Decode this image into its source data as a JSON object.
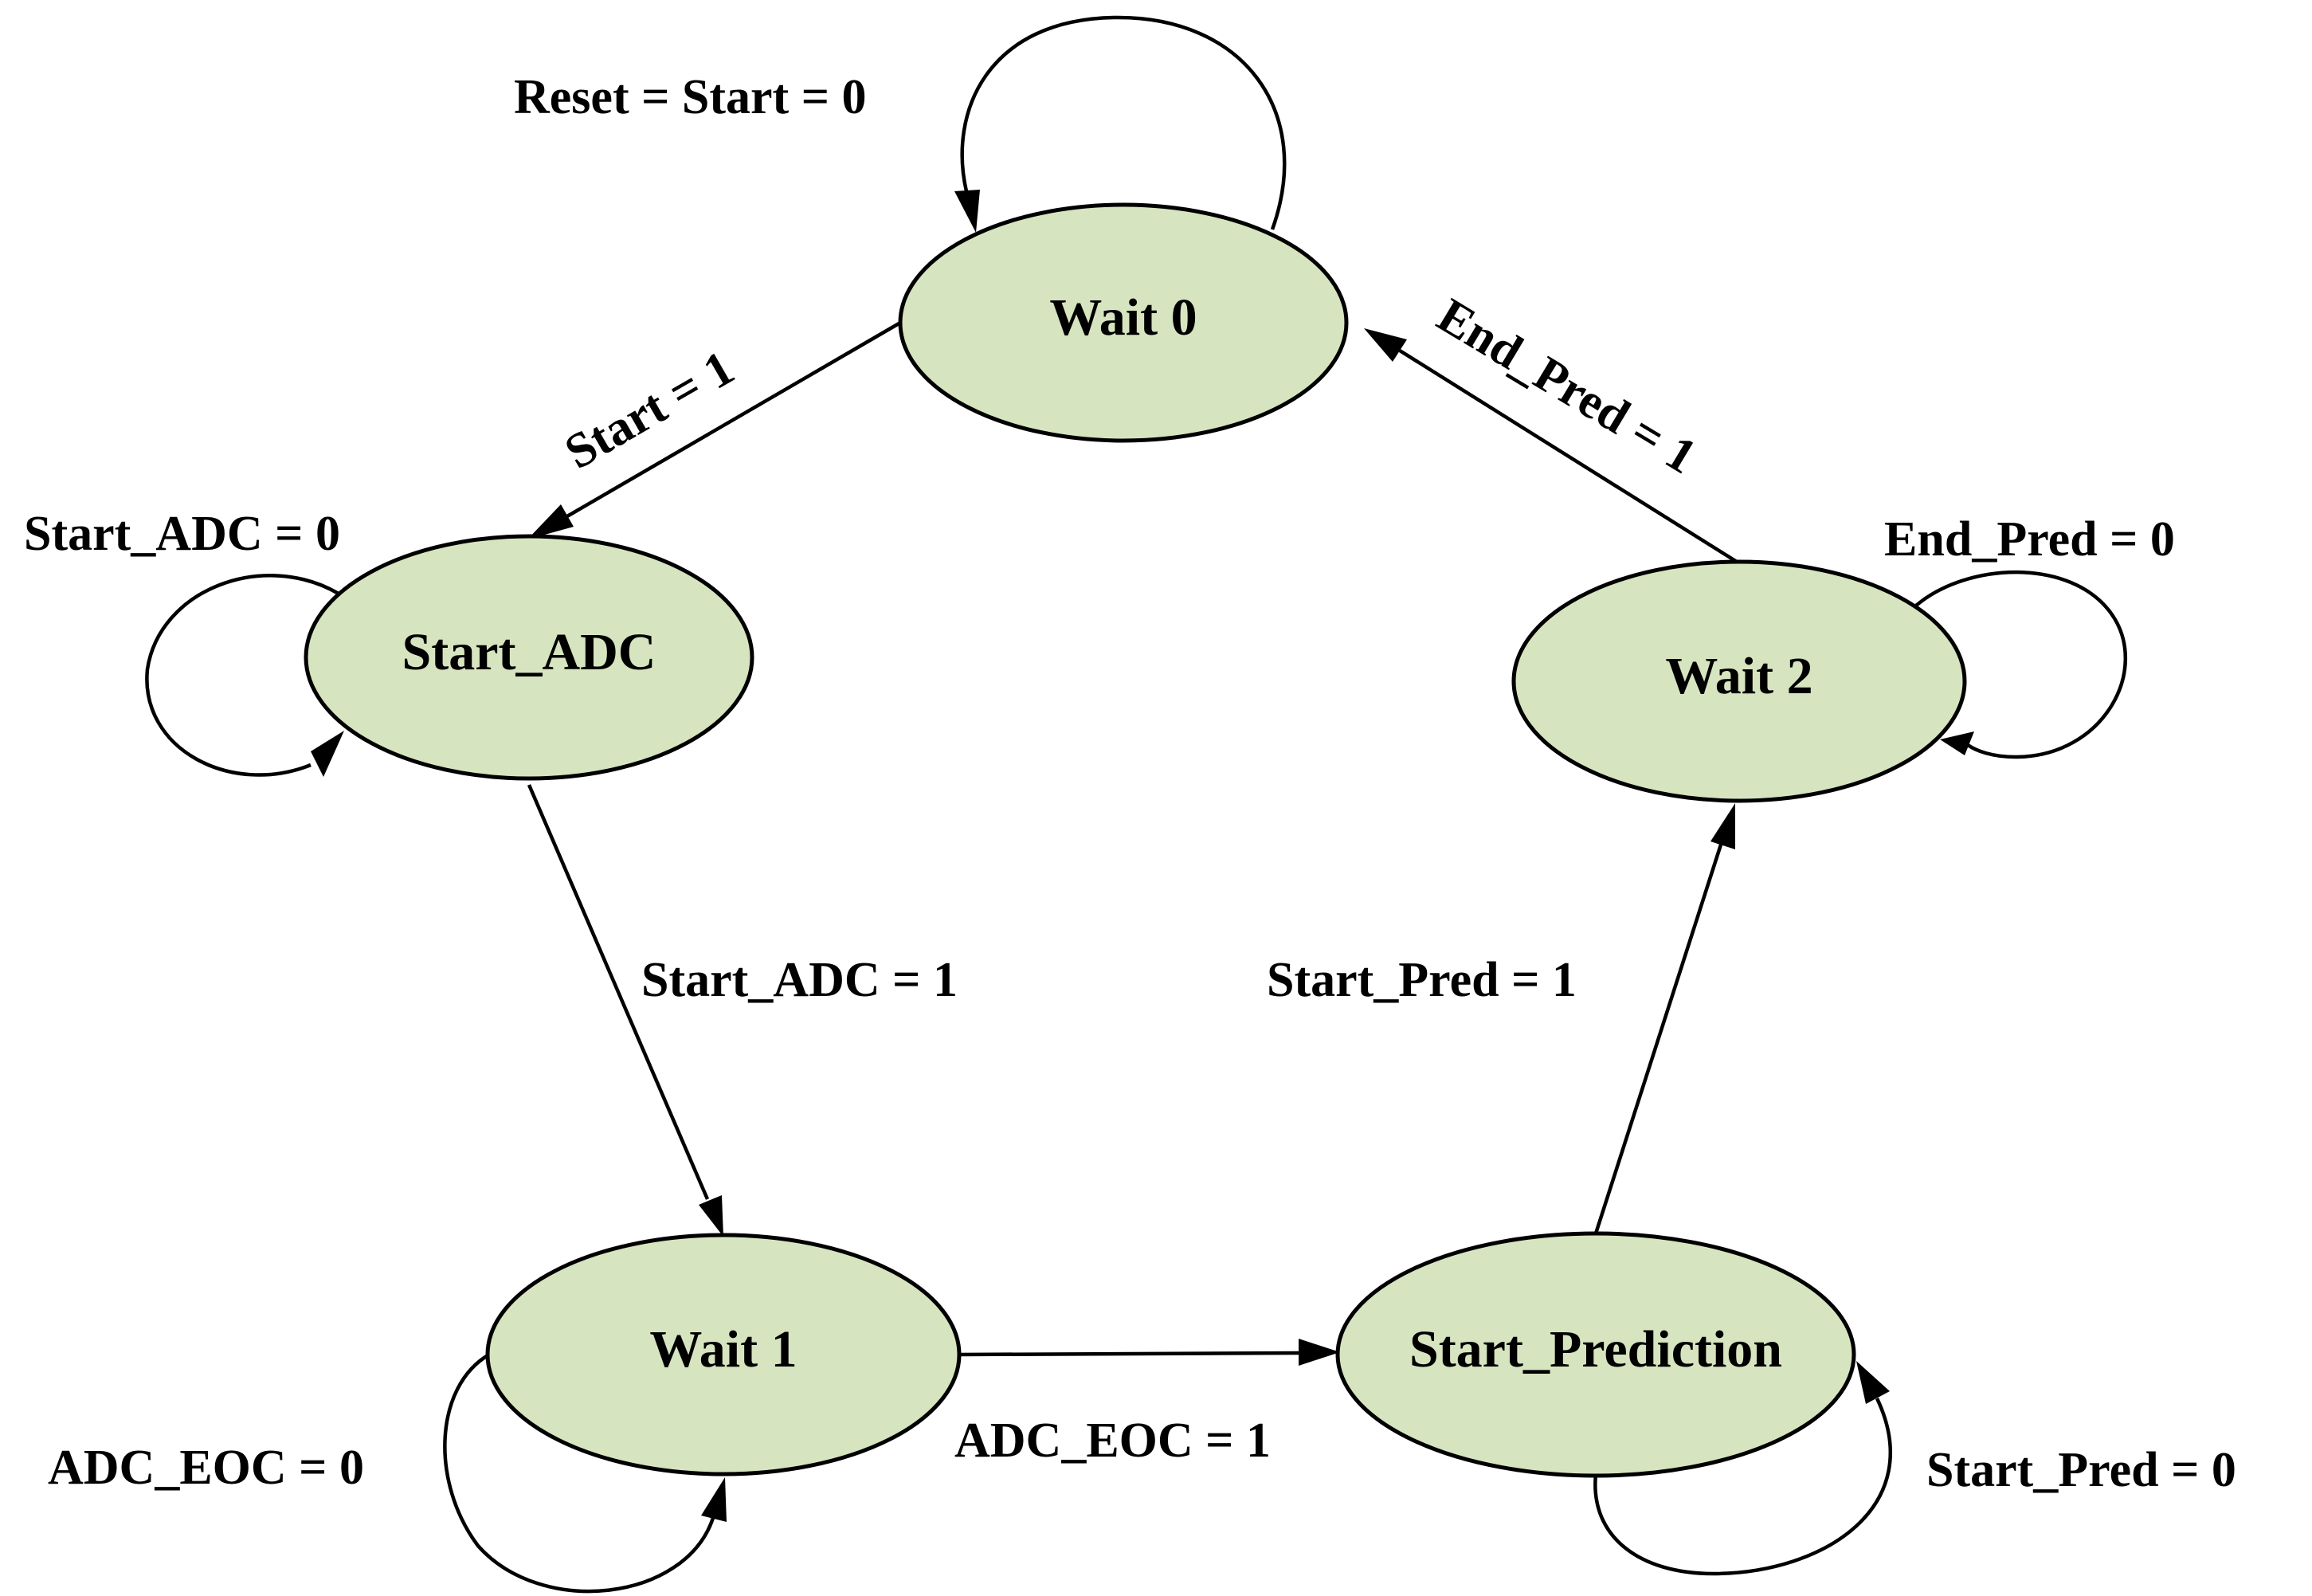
{
  "states": {
    "wait0": "Wait 0",
    "start_adc": "Start_ADC",
    "wait1": "Wait 1",
    "start_prediction": "Start_Prediction",
    "wait2": "Wait 2"
  },
  "transitions": {
    "wait0_self": "Reset = Start = 0",
    "wait0_to_start_adc": "Start = 1",
    "start_adc_self": "Start_ADC = 0",
    "start_adc_to_wait1": "Start_ADC = 1",
    "wait1_self": "ADC_EOC = 0",
    "wait1_to_start_prediction": "ADC_EOC = 1",
    "start_prediction_self": "Start_Pred = 0",
    "start_prediction_to_wait2": "Start_Pred = 1",
    "wait2_self": "End_Pred = 0",
    "wait2_to_wait0": "End_Pred = 1"
  },
  "colors": {
    "state_fill": "#d7e4c0",
    "stroke": "#000000"
  }
}
